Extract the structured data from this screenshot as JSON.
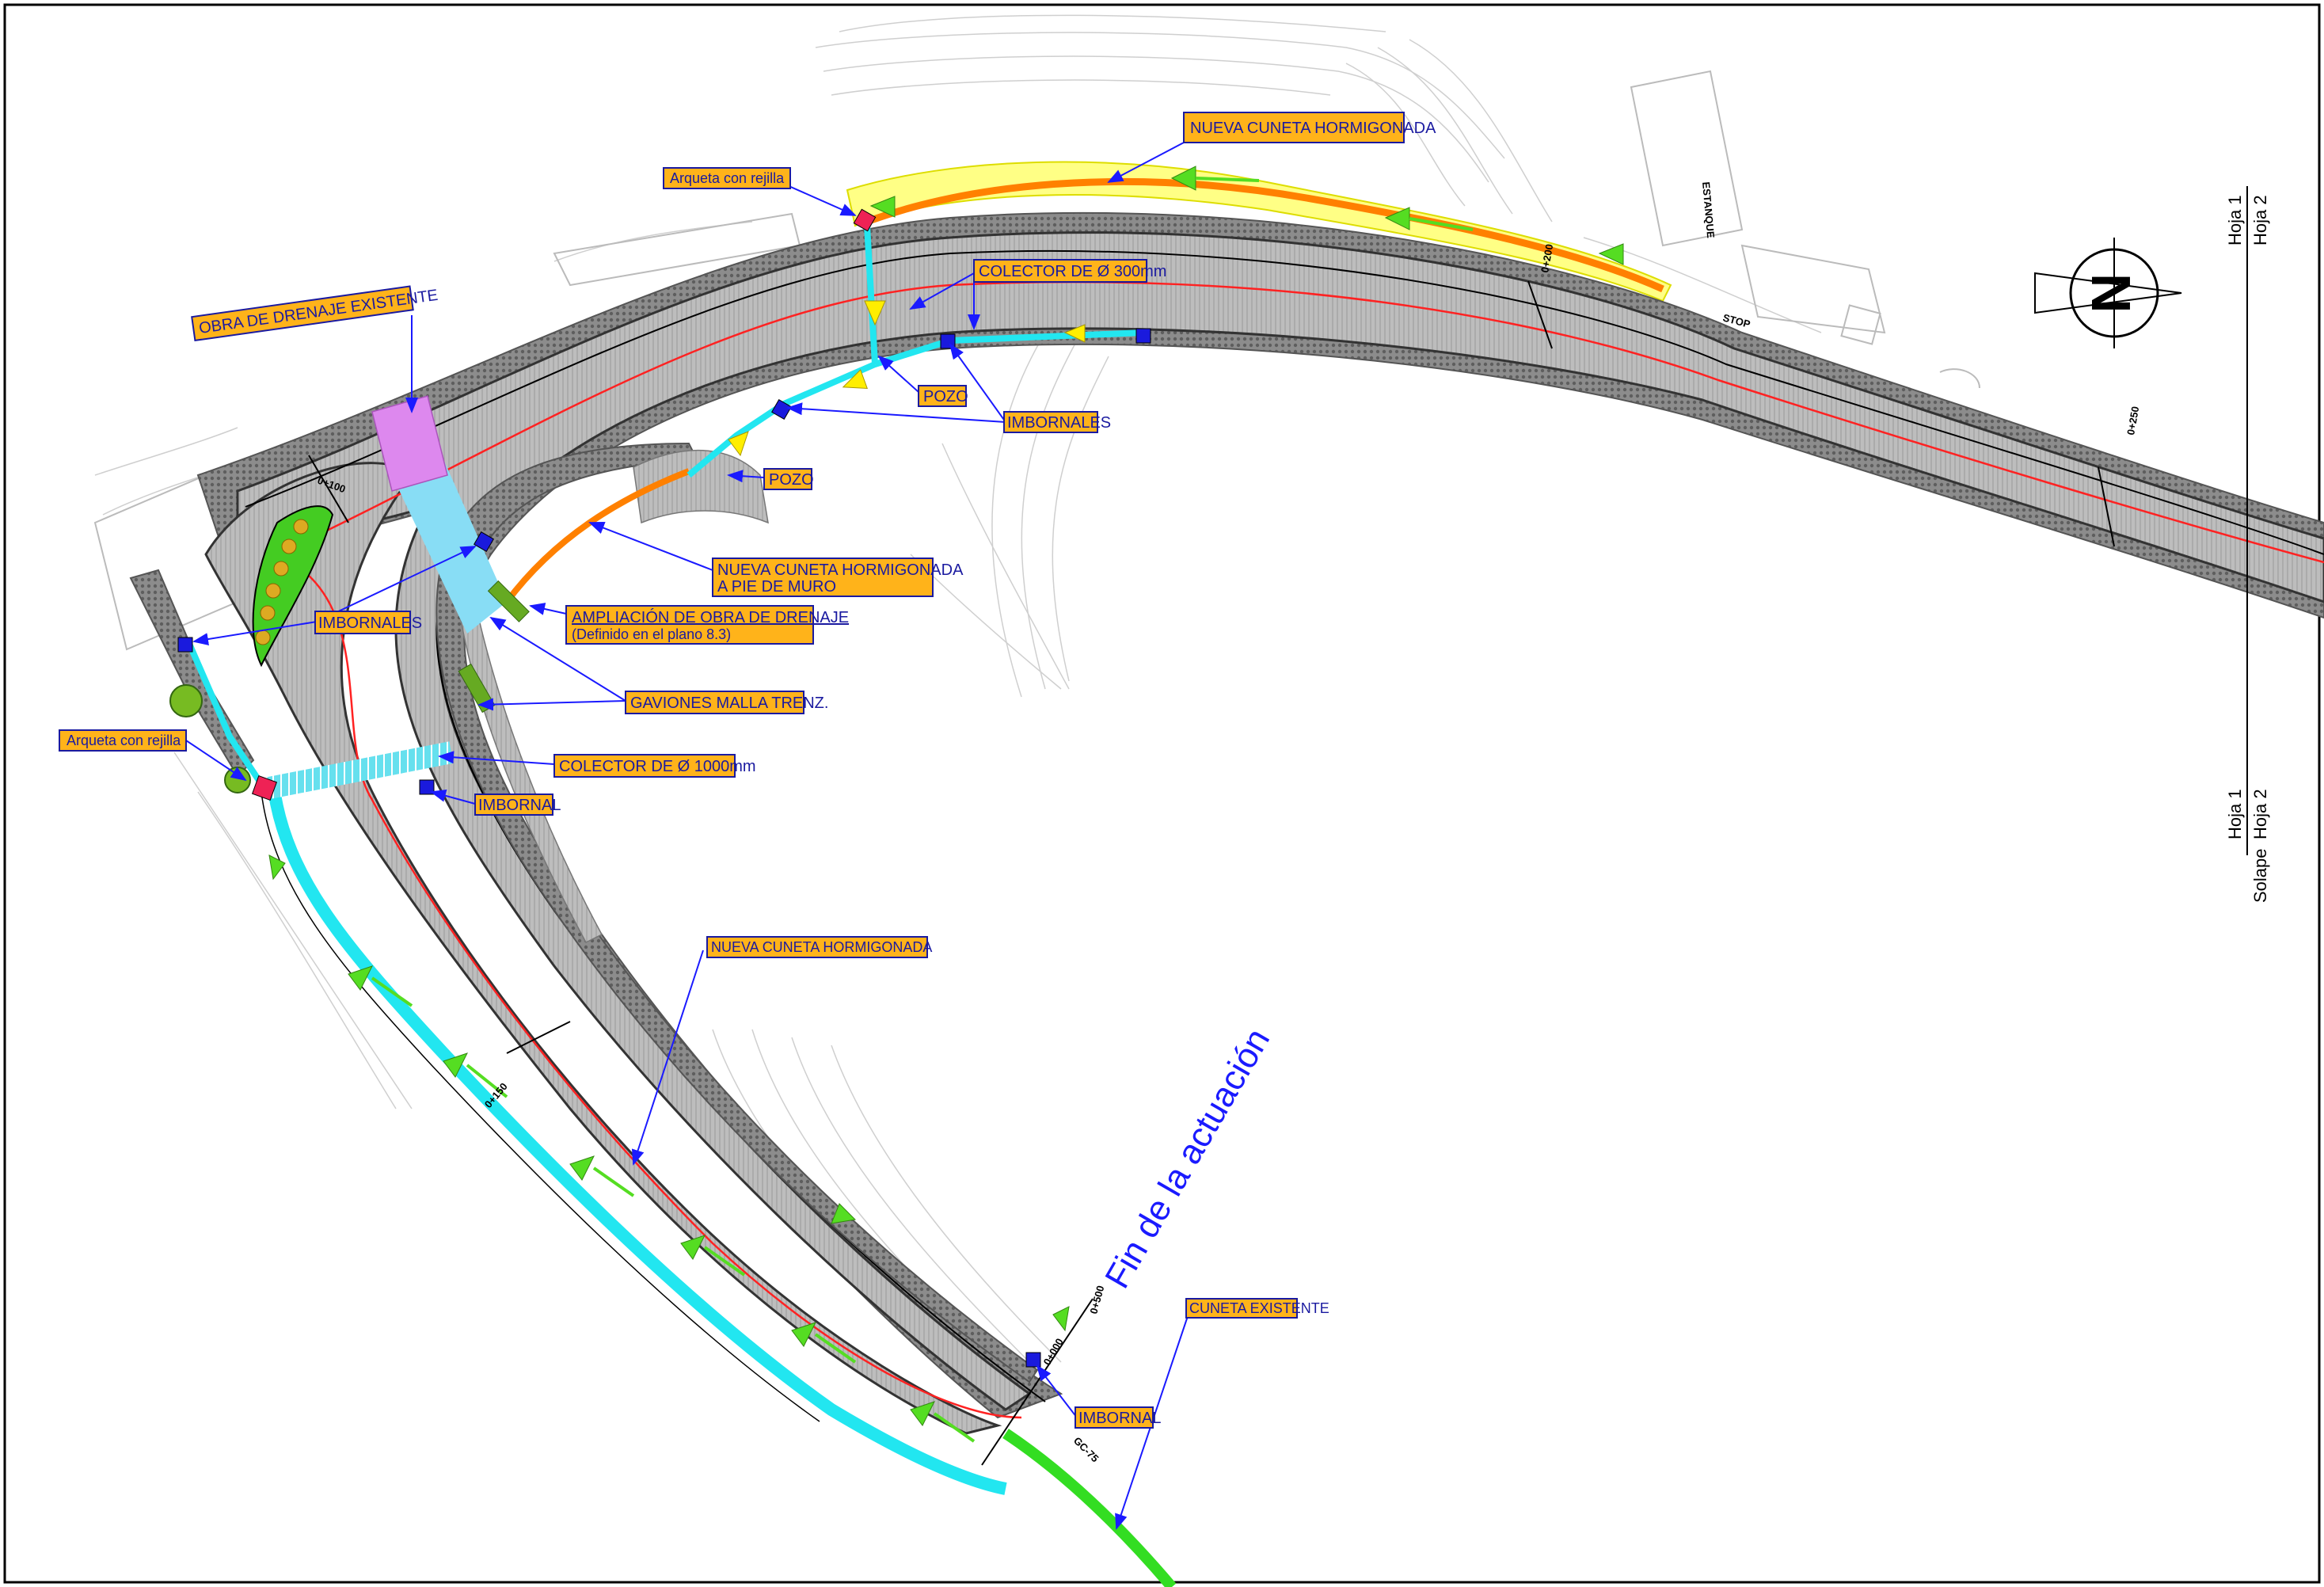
{
  "labels": {
    "nueva_cuneta_top": "NUEVA CUNETA HORMIGONADA",
    "arqueta_top": "Arqueta con rejilla",
    "colector_300": "COLECTOR DE Ø 300mm",
    "obra_drenaje_existente": "OBRA DE DRENAJE EXISTENTE",
    "pozo_1": "POZO",
    "imbornales_1": "IMBORNALES",
    "pozo_2": "POZO",
    "nueva_cuneta_muro_1": "NUEVA CUNETA HORMIGONADA",
    "nueva_cuneta_muro_2": "A PIE DE MURO",
    "ampliacion_1": "AMPLIACIÓN DE OBRA DE DRENAJE",
    "ampliacion_2": "(Definido en el plano 8.3)",
    "imbornales_2": "IMBORNALES",
    "gaviones": "GAVIONES MALLA TRENZ.",
    "arqueta_left": "Arqueta con rejilla",
    "colector_1000": "COLECTOR DE Ø 1000mm",
    "imbornal_1": "IMBORNAL",
    "nueva_cuneta_mid": "NUEVA CUNETA HORMIGONADA",
    "cuneta_existente": "CUNETA EXISTENTE",
    "imbornal_2": "IMBORNAL",
    "fin_actuacion": "Fin de la actuación"
  },
  "stations": {
    "pk_100": "0+100",
    "pk_150": "0+150",
    "pk_200": "0+200",
    "pk_250": "0+250",
    "pk_000": "0+000",
    "pk_500": "0+500"
  },
  "sheet_marker_top": {
    "hoja1": "Hoja 1",
    "hoja2": "Hoja 2"
  },
  "sheet_marker_mid": {
    "hoja1": "Hoja 1",
    "hoja2": "Hoja 2",
    "solape": "Solape"
  },
  "north_symbol": "N",
  "map_text": {
    "estanque": "ESTANQUE",
    "stop": "STOP",
    "gc": "GC-75"
  },
  "colors": {
    "label_fill": "#ffb31a",
    "label_text": "#1a1aa0",
    "road": "#b8b8b8",
    "cuneta": "#33e6f0",
    "collector": "#66ddee",
    "orange_cuneta": "#ff8000",
    "yellow_zone": "#ffff66",
    "flow_arrow": "#55dd22",
    "imbornal": "#1a1add",
    "arqueta": "#ee2255",
    "obra_existente": "#dd88ee",
    "gaviones": "#66aa22",
    "green_island": "#44cc22"
  }
}
